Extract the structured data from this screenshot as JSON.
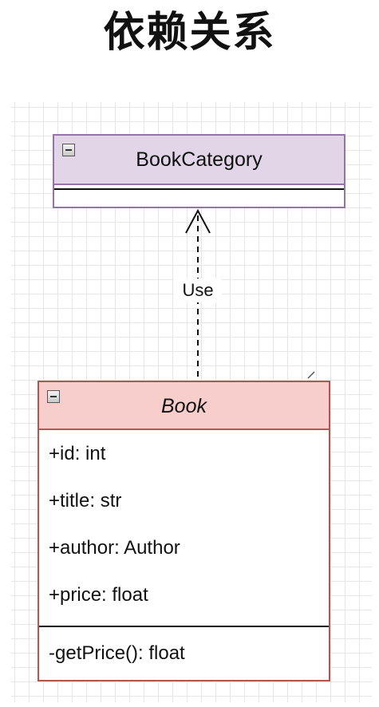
{
  "page": {
    "title": "依赖关系"
  },
  "diagram": {
    "type": "uml-class-dependency",
    "classes": {
      "category": {
        "name": "BookCategory",
        "fill": "#e1d5e7",
        "stroke": "#9673a6"
      },
      "book": {
        "name": "Book",
        "fill": "#f8cecc",
        "stroke": "#b85450",
        "attributes": [
          "+id: int",
          "+title: str",
          "+author: Author",
          "+price: float"
        ],
        "methods": [
          "-getPrice(): float"
        ]
      }
    },
    "relation": {
      "label": "Use",
      "style": "dashed-open-arrow",
      "from": "Book",
      "to": "BookCategory"
    },
    "icons": {
      "collapse": "collapse-minus-icon"
    }
  }
}
